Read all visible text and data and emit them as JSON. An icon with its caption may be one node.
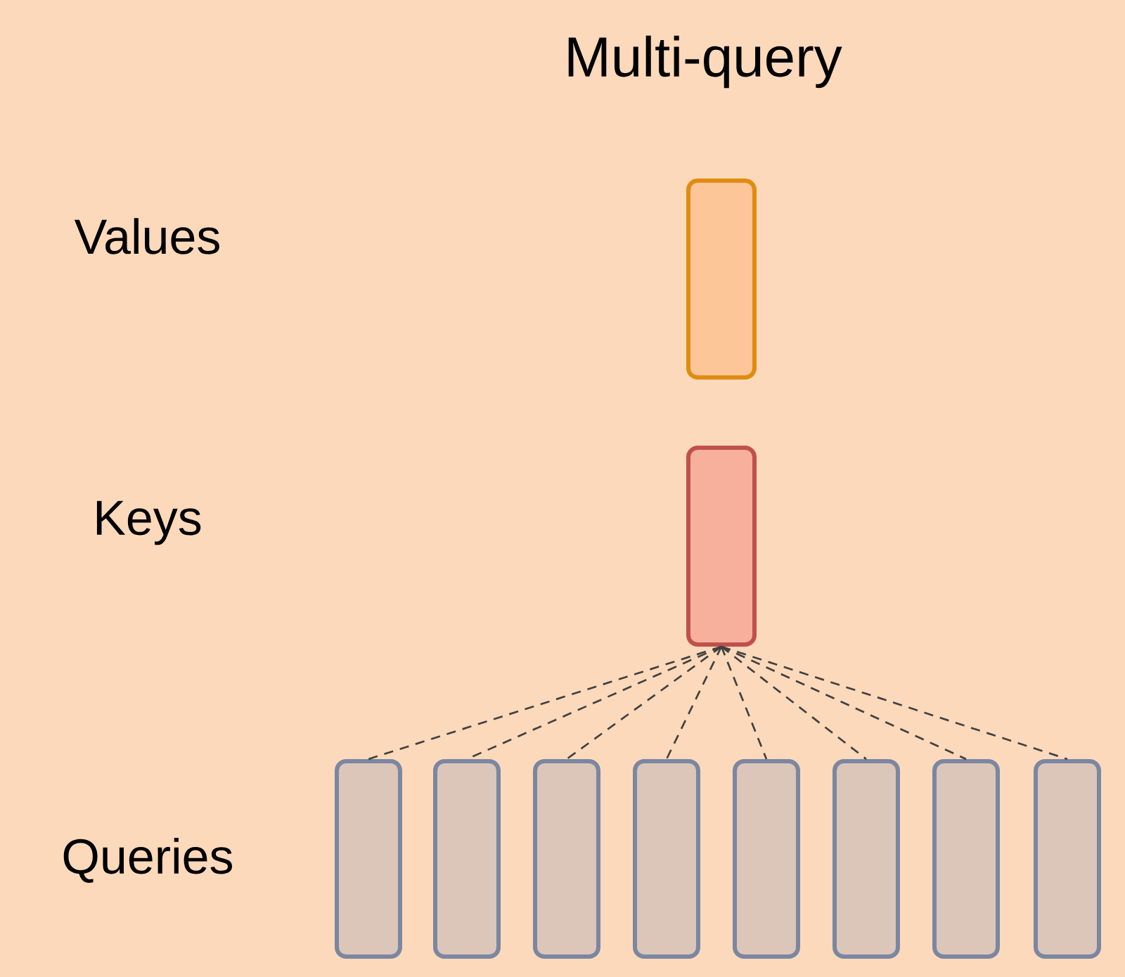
{
  "diagram": {
    "title": "Multi-query",
    "nodes": [
      {
        "text": [],
        "shape": "box"
      },
      {
        "text": [],
        "shape": "box"
      },
      {
        "text": [],
        "shape": "box"
      },
      {
        "text": [],
        "shape": "box"
      },
      {
        "text": [],
        "shape": "box"
      },
      {
        "text": [],
        "shape": "box"
      },
      {
        "text": [],
        "shape": "box"
      },
      {
        "text": [],
        "shape": "box"
      },
      {
        "text": [],
        "shape": "box"
      },
      {
        "text": [],
        "shape": "box"
      }
    ],
    "edges": [
      {
        "from": 1,
        "to": 2,
        "arrow": "none",
        "style": "dashed"
      },
      {
        "from": 1,
        "to": 3,
        "arrow": "none",
        "style": "dashed"
      },
      {
        "from": 1,
        "to": 4,
        "arrow": "none",
        "style": "dashed"
      },
      {
        "from": 1,
        "to": 5,
        "arrow": "none",
        "style": "dashed"
      },
      {
        "from": 1,
        "to": 6,
        "arrow": "none",
        "style": "dashed"
      },
      {
        "from": 1,
        "to": 7,
        "arrow": "none",
        "style": "dashed"
      },
      {
        "from": 1,
        "to": 8,
        "arrow": "none",
        "style": "dashed"
      },
      {
        "from": 1,
        "to": 9,
        "arrow": "none",
        "style": "dashed"
      }
    ],
    "labels": [
      "Values",
      "Keys",
      "Queries"
    ]
  }
}
